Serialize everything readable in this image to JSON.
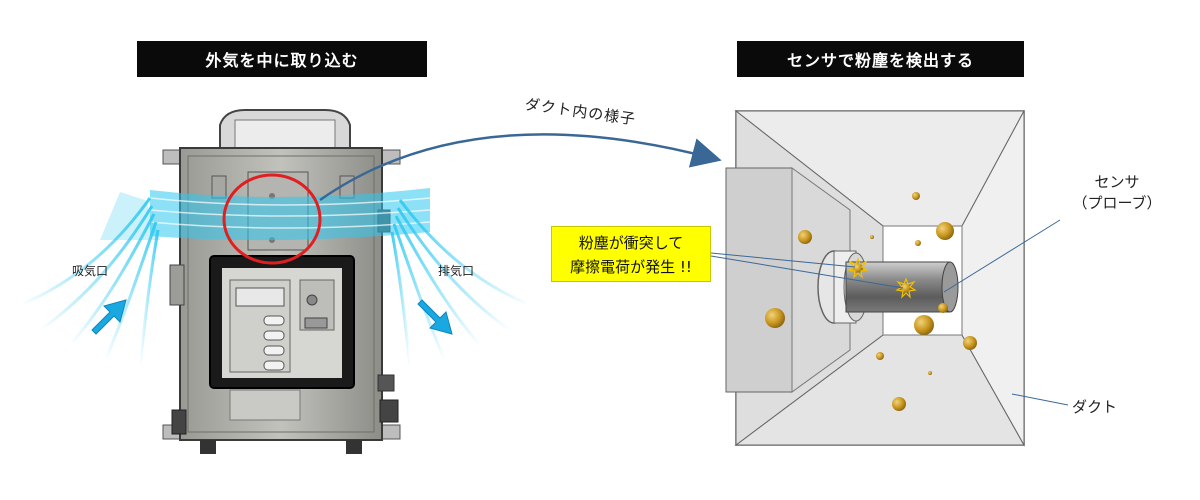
{
  "left_panel": {
    "title": "外気を中に取り込む",
    "intake_label": "吸気口",
    "exhaust_label": "排気口"
  },
  "arrow_label": "ダクト内の様子",
  "right_panel": {
    "title": "センサで粉塵を検出する",
    "sensor_label_line1": "センサ",
    "sensor_label_line2": "（プローブ）",
    "duct_label": "ダクト",
    "callout_line1": "粉塵が衝突して",
    "callout_line2": "摩擦電荷が発生 !!"
  },
  "colors": {
    "banner_bg": "#0a0a0a",
    "airflow": "#2ec8f0",
    "highlight_circle": "#e02020",
    "callout_bg": "#ffff00",
    "arrow": "#3a6896",
    "dust": "#c8961e"
  }
}
